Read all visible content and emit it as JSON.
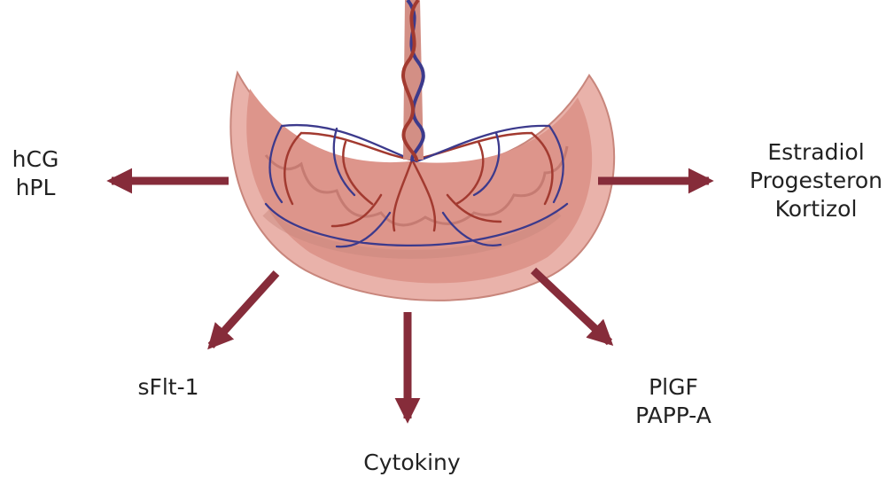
{
  "colors": {
    "arrow": "#862c3a",
    "placenta_outer": "#e9b2aa",
    "placenta_inner": "#dd958b",
    "artery": "#a23a30",
    "vein": "#3c3a8c"
  },
  "labels": {
    "left": [
      "hCG",
      "hPL"
    ],
    "right": [
      "Estradiol",
      "Progesteron",
      "Kortizol"
    ],
    "bottom_left": "sFlt-1",
    "bottom": "Cytokiny",
    "bottom_right": [
      "PlGF",
      "PAPP-A"
    ]
  }
}
